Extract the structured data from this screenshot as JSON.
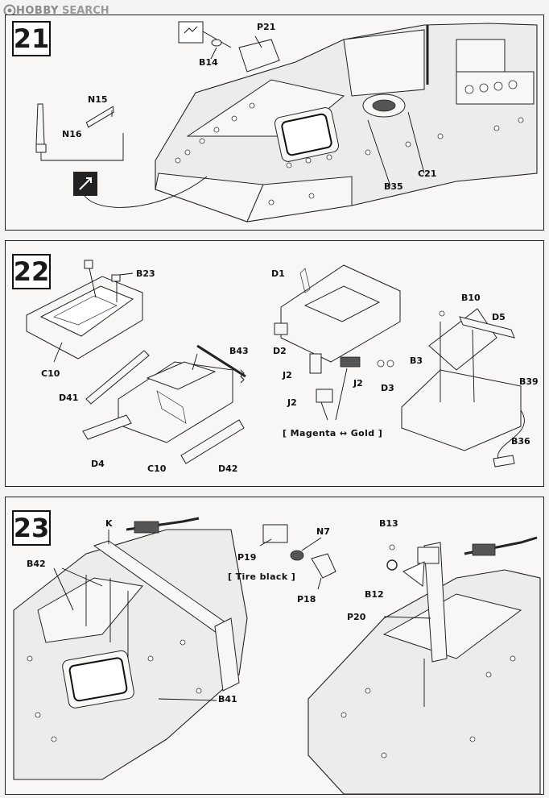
{
  "watermark": {
    "brand": "HOBBY",
    "suffix": "SEARCH"
  },
  "steps": [
    {
      "number": "21",
      "labels": {
        "p21": "P21",
        "b14": "B14",
        "n15": "N15",
        "n16": "N16",
        "c21": "C21",
        "b35": "B35"
      }
    },
    {
      "number": "22",
      "labels": {
        "b23": "B23",
        "c10a": "C10",
        "b43": "B43",
        "d41": "D41",
        "d4": "D4",
        "c10b": "C10",
        "d42": "D42",
        "d1": "D1",
        "d2": "D2",
        "j2a": "J2",
        "j2b": "J2",
        "j2c": "J2",
        "d3": "D3",
        "b10": "B10",
        "d5": "D5",
        "b3": "B3",
        "b39": "B39",
        "b36": "B36"
      },
      "color_note": "[ Magenta ↔ Gold ]"
    },
    {
      "number": "23",
      "labels": {
        "k": "K",
        "b42": "B42",
        "b41": "B41",
        "n7": "N7",
        "p19": "P19",
        "p18": "P18",
        "b13": "B13",
        "b12": "B12",
        "p20": "P20"
      },
      "color_note": "[ Tire black ]"
    }
  ]
}
